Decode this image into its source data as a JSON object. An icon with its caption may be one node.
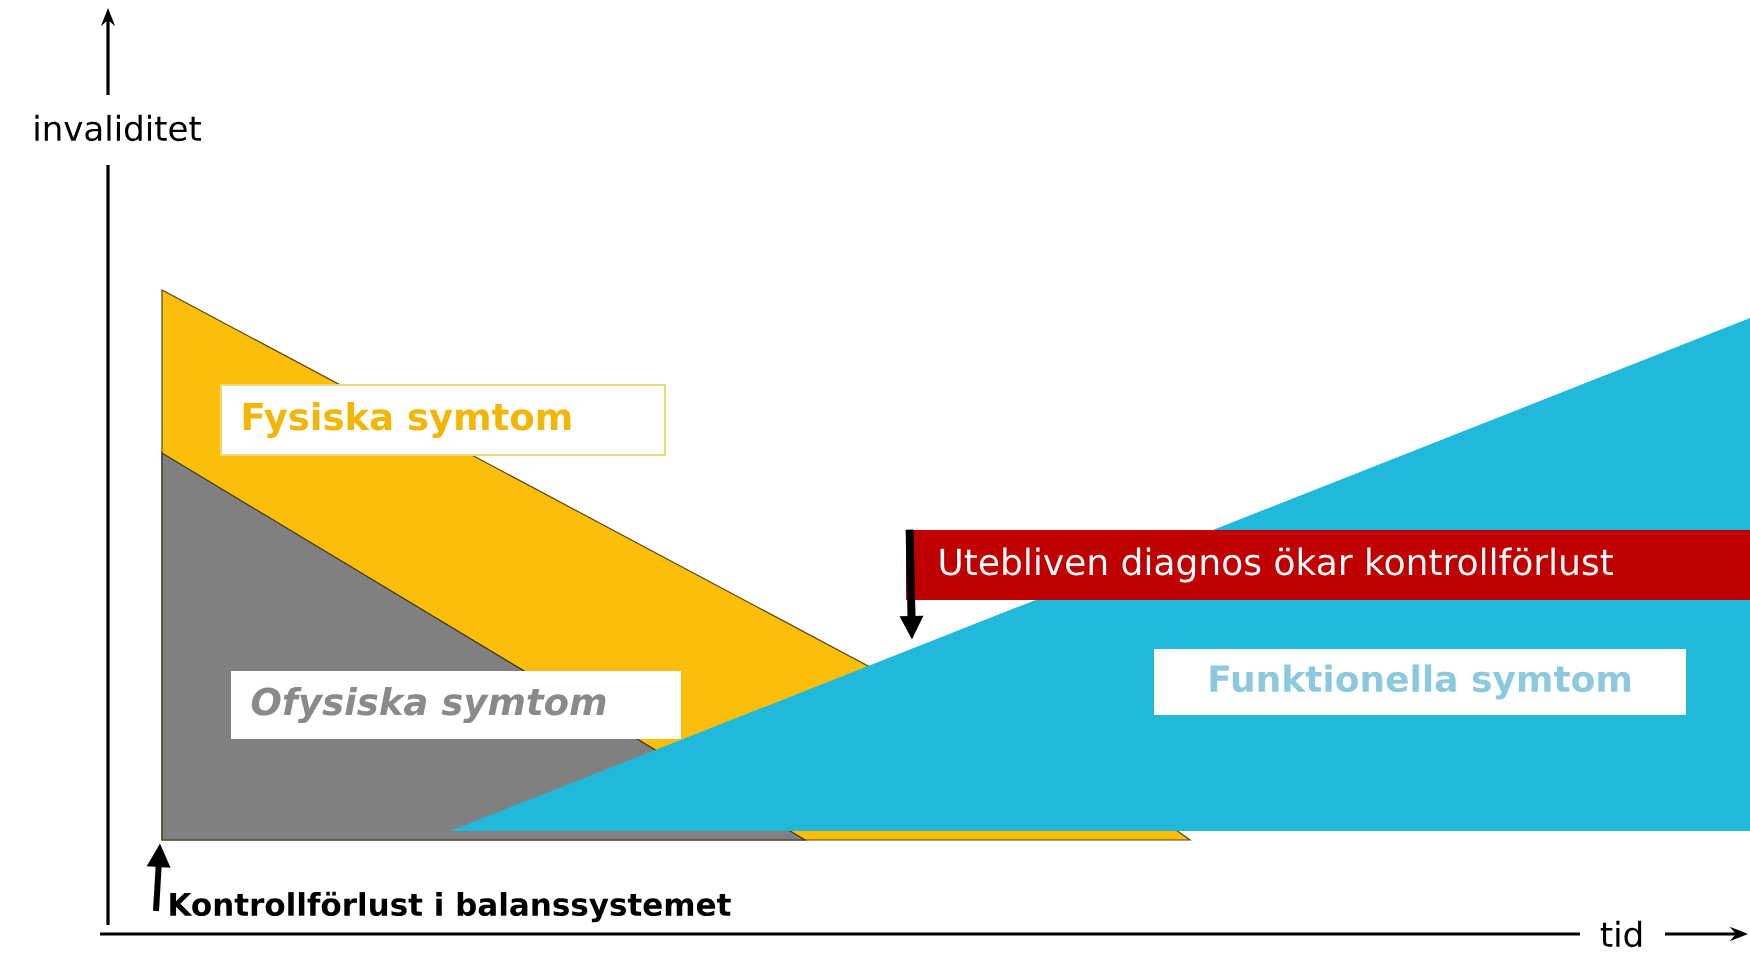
{
  "diagram": {
    "nodes": [
      {
        "text": [
          "Fysiska symtom"
        ]
      },
      {
        "text": [
          "Ofysiska symtom"
        ]
      },
      {
        "text": [
          "Utebliven diagnos ökar kontrollförlust"
        ]
      },
      {
        "text": [
          "Funktionella symtom"
        ]
      },
      {
        "text": [
          "Kontrollförlust i balanssystemet"
        ]
      }
    ],
    "edges": [
      {
        "from": 2,
        "to": null,
        "arrow": "to"
      },
      {
        "from": 4,
        "to": null,
        "arrow": "to"
      }
    ],
    "labels": [
      "invaliditet",
      "tid"
    ]
  }
}
